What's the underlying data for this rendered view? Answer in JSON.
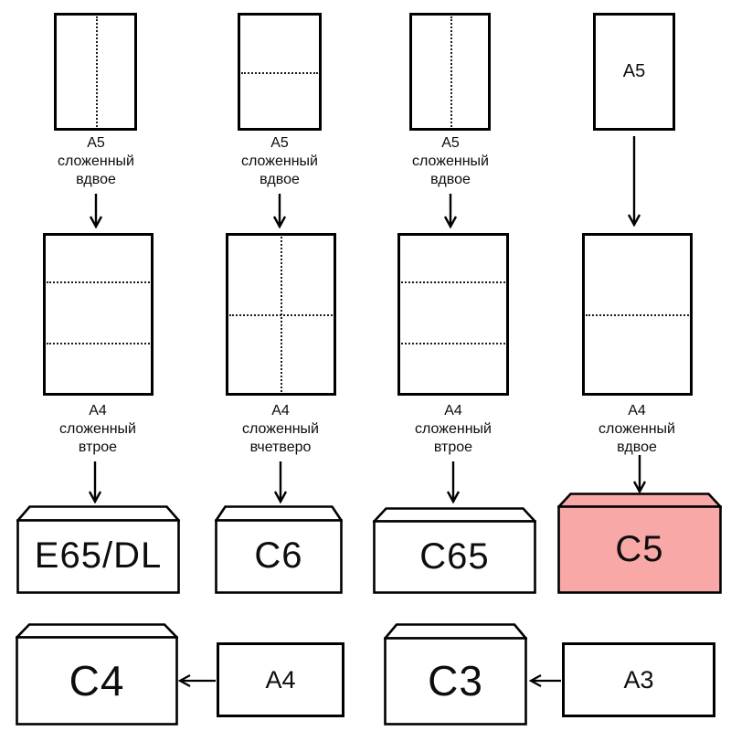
{
  "colors": {
    "highlight_fill": "#F9A8A8",
    "paper_fill": "#ffffff",
    "line": "#000000"
  },
  "a5_row": [
    {
      "caption": "А5\nсложенный\nвдвое",
      "fold": "vertical-half"
    },
    {
      "caption": "А5\nсложенный\nвдвое",
      "fold": "horizontal-half"
    },
    {
      "caption": "А5\nсложенный\nвдвое",
      "fold": "vertical-half"
    },
    {
      "sheet_label": "А5",
      "fold": "none"
    }
  ],
  "a4_row": [
    {
      "caption": "А4\nсложенный\nвтрое",
      "fold": "thirds-horizontal"
    },
    {
      "caption": "А4\nсложенный\nвчетверо",
      "fold": "quarters-cross"
    },
    {
      "caption": "А4\nсложенный\nвтрое",
      "fold": "thirds-horizontal"
    },
    {
      "caption": "А4\nсложенный\nвдвое",
      "fold": "horizontal-half"
    }
  ],
  "envelope_row": [
    {
      "label": "E65/DL",
      "highlighted": false
    },
    {
      "label": "C6",
      "highlighted": false
    },
    {
      "label": "C65",
      "highlighted": false
    },
    {
      "label": "C5",
      "highlighted": true
    }
  ],
  "bottom_row": [
    {
      "envelope_label": "C4",
      "sheet_label": "А4"
    },
    {
      "envelope_label": "C3",
      "sheet_label": "А3"
    }
  ]
}
